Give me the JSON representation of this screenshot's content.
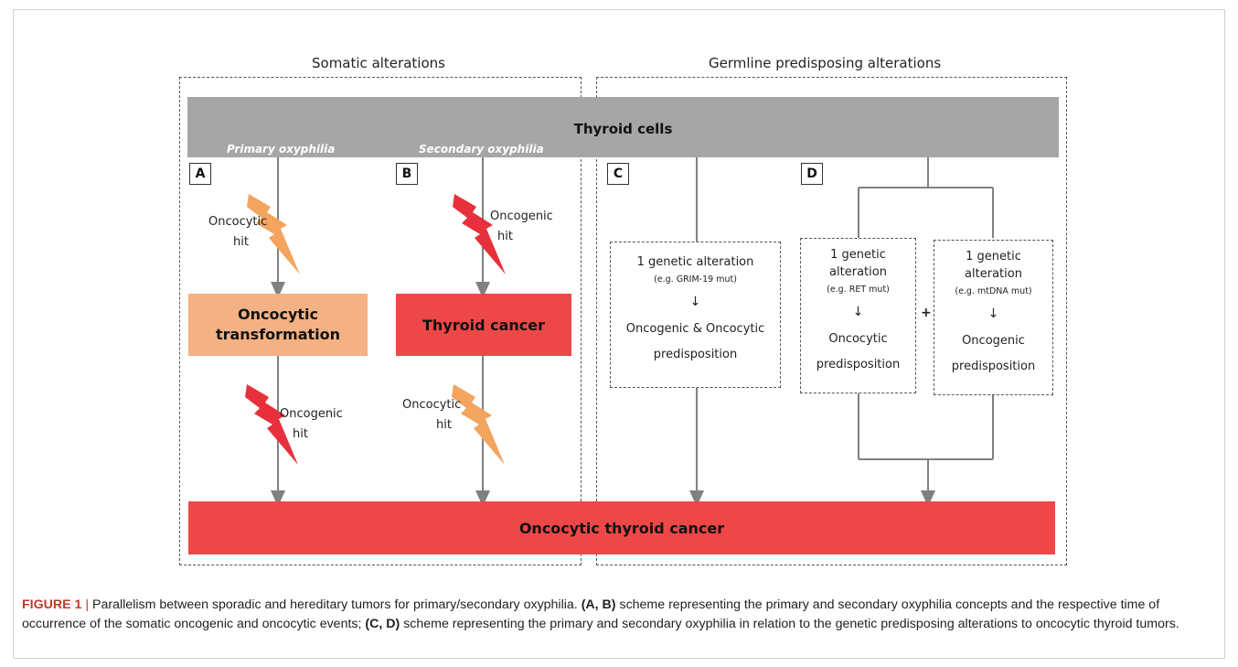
{
  "headers": {
    "somatic": "Somatic alterations",
    "germline": "Germline predisposing alterations"
  },
  "top_bar": {
    "label": "Thyroid cells",
    "primary": "Primary oxyphilia",
    "secondary": "Secondary oxyphilia"
  },
  "panels": {
    "A": "A",
    "B": "B",
    "C": "C",
    "D": "D"
  },
  "hits": {
    "a_first": [
      "Oncocytic",
      "hit"
    ],
    "b_first": [
      "Oncogenic",
      "hit"
    ],
    "a_second": [
      "Oncogenic",
      "hit"
    ],
    "b_second": [
      "Oncocytic",
      "hit"
    ]
  },
  "boxes": {
    "oncocytic_transformation": [
      "Oncocytic",
      "transformation"
    ],
    "thyroid_cancer": "Thyroid cancer"
  },
  "genetic": {
    "c": {
      "line1": "1 genetic alteration",
      "example": "(e.g. GRIM-19 mut)",
      "arrow": "↓",
      "result1": "Oncogenic & Oncocytic",
      "result2": "predisposition"
    },
    "d1": {
      "line1": "1 genetic",
      "line2": "alteration",
      "example": "(e.g. RET mut)",
      "arrow": "↓",
      "result1": "Oncocytic",
      "result2": "predisposition"
    },
    "d2": {
      "line1": "1 genetic",
      "line2": "alteration",
      "example": "(e.g. mtDNA mut)",
      "arrow": "↓",
      "result1": "Oncogenic",
      "result2": "predisposition"
    },
    "plus": "+"
  },
  "bottom_bar": {
    "label": "Oncocytic thyroid cancer"
  },
  "caption": {
    "figure": "FIGURE 1",
    "separator": "|",
    "title": "Parallelism between sporadic and hereditary tumors for primary/secondary oxyphilia.",
    "ref1": "(A, B)",
    "text1": "scheme representing the primary and secondary oxyphilia concepts and the respective time of occurrence of the somatic oncogenic and oncocytic events;",
    "ref2": "(C, D)",
    "text2": "scheme representing the primary and secondary oxyphilia in relation to the genetic predisposing alterations to oncocytic thyroid tumors."
  },
  "colors": {
    "grey_bar": "#a6a6a6",
    "orange": "#f4b183",
    "red": "#ee4747",
    "bolt_orange": "#f3a45e",
    "bolt_red": "#e8303c",
    "arrow": "#808080"
  }
}
